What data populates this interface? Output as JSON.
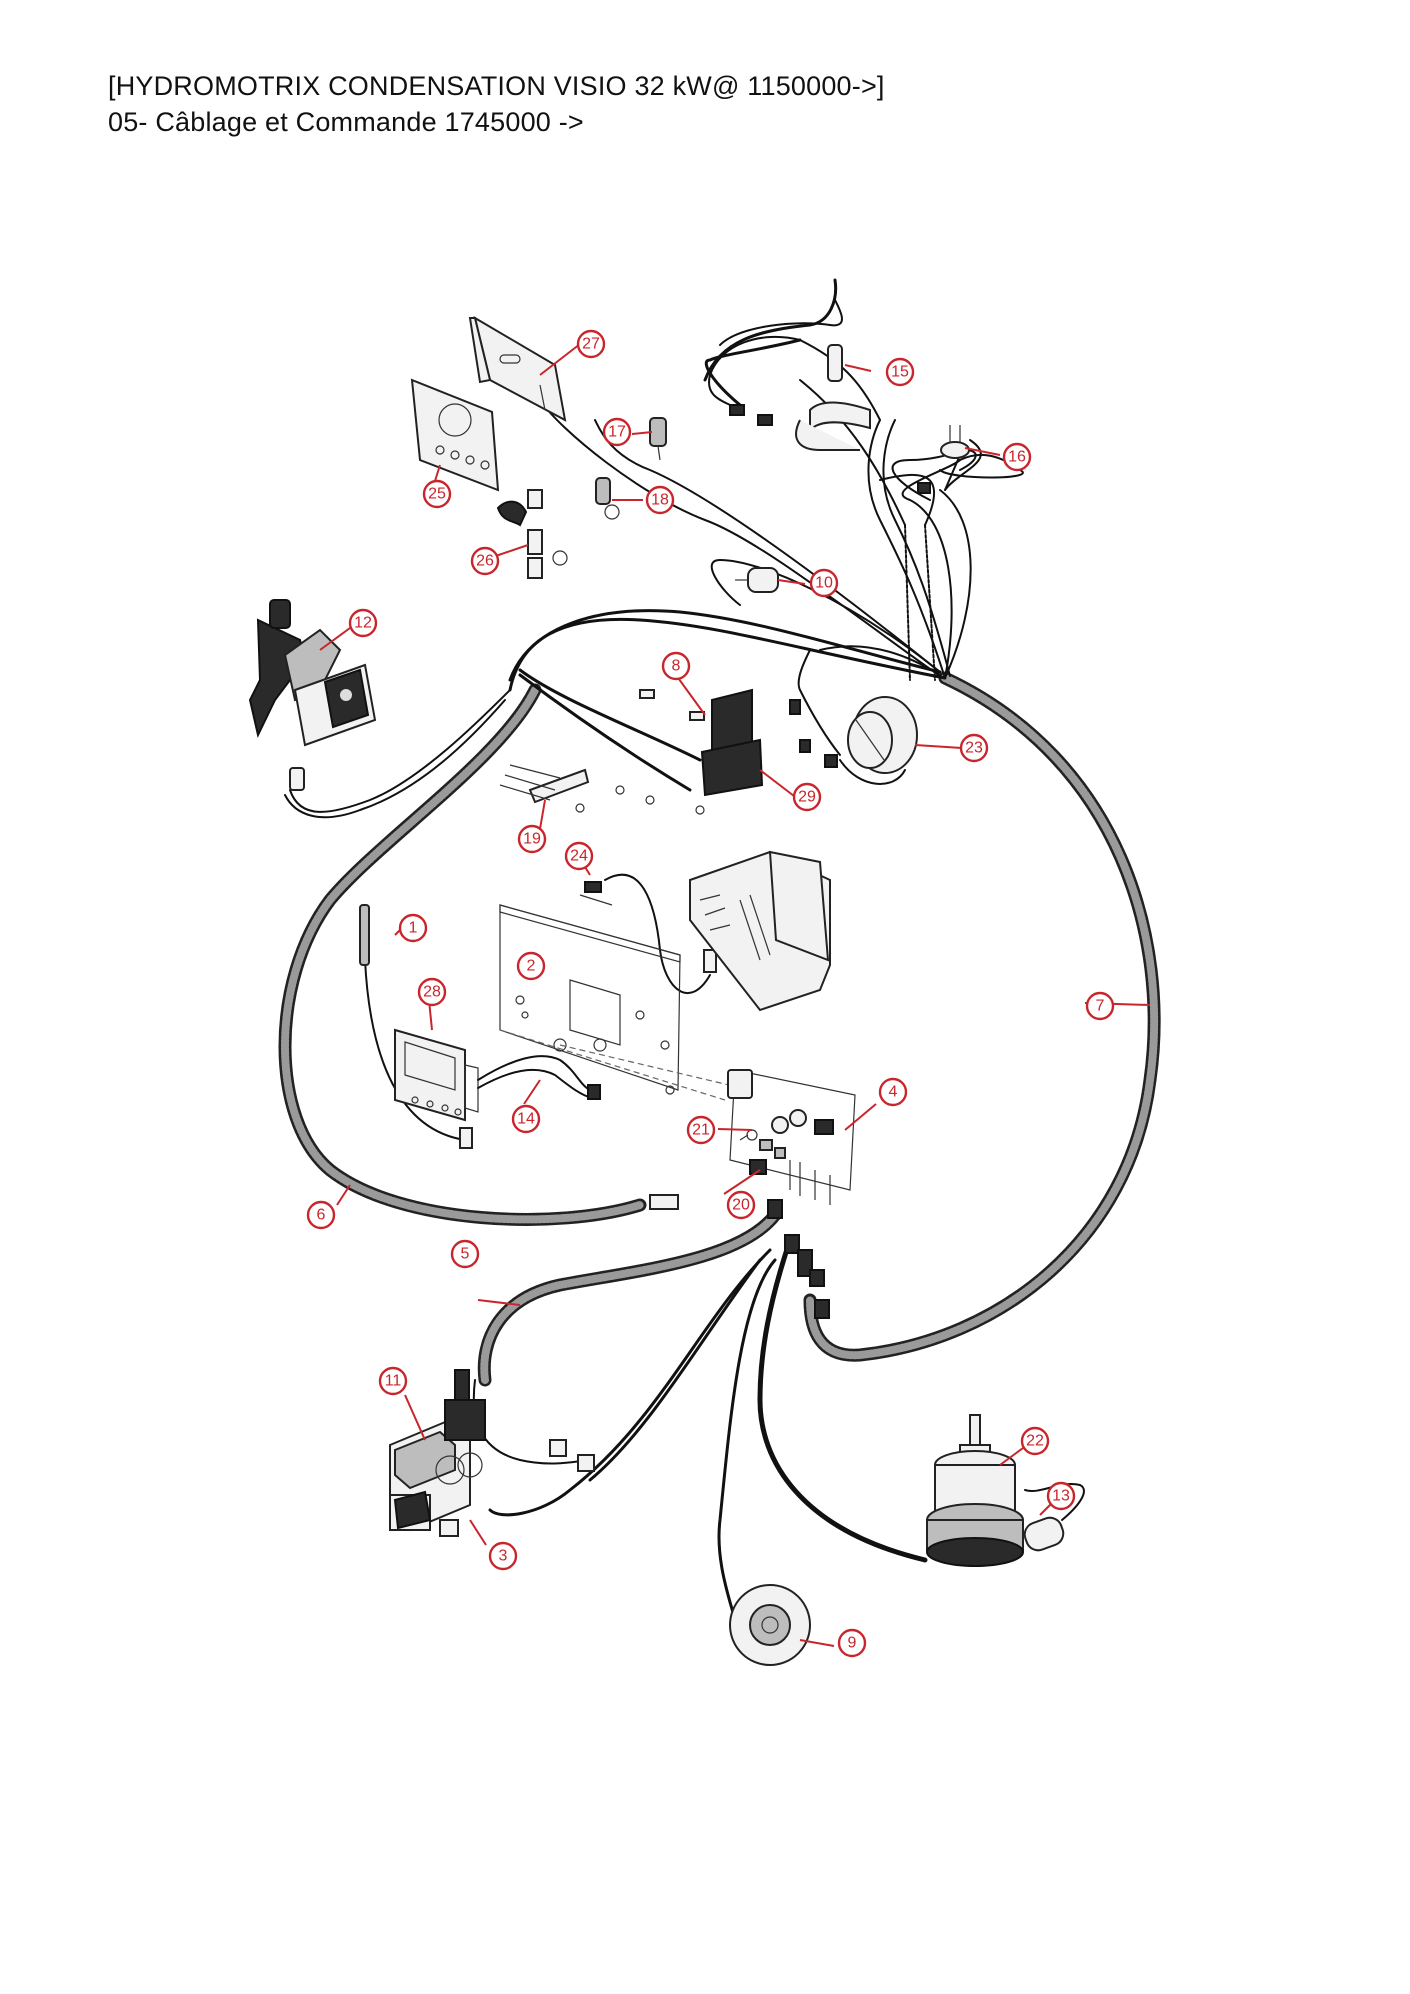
{
  "header": {
    "title": "[HYDROMOTRIX CONDENSATION VISIO 32 kW@ 1150000->]",
    "subtitle": "05- Câblage et Commande 1745000 ->"
  },
  "callouts": {
    "c1": "1",
    "c2": "2",
    "c3": "3",
    "c4": "4",
    "c5": "5",
    "c6": "6",
    "c7": "7",
    "c8": "8",
    "c9": "9",
    "c10": "10",
    "c11": "11",
    "c12": "12",
    "c13": "13",
    "c14": "14",
    "c15": "15",
    "c16": "16",
    "c17": "17",
    "c18": "18",
    "c19": "19",
    "c20": "20",
    "c21": "21",
    "c22": "22",
    "c23": "23",
    "c24": "24",
    "c25": "25",
    "c26": "26",
    "c27": "27",
    "c28": "28",
    "c29": "29"
  },
  "colors": {
    "callout": "#c8262c",
    "line": "#111111"
  }
}
